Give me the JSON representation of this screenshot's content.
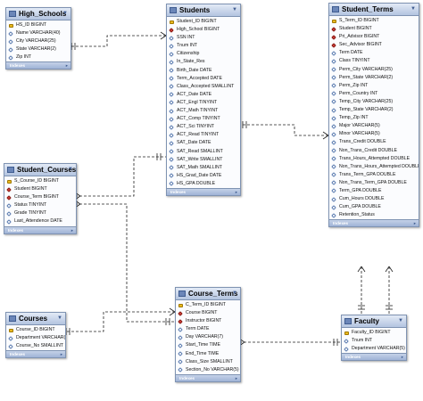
{
  "tables": [
    {
      "id": "high-schools",
      "title": "High_Schools",
      "footer": "Indexes",
      "columns": [
        {
          "label": "HS_ID BIGINT",
          "kind": "key"
        },
        {
          "label": "Name VARCHAR(40)",
          "kind": "col"
        },
        {
          "label": "City VARCHAR(25)",
          "kind": "col"
        },
        {
          "label": "State VARCHAR(2)",
          "kind": "col"
        },
        {
          "label": "Zip INT",
          "kind": "col"
        }
      ]
    },
    {
      "id": "students",
      "title": "Students",
      "footer": "Indexes",
      "columns": [
        {
          "label": "Student_ID BIGINT",
          "kind": "key"
        },
        {
          "label": "High_School BIGINT",
          "kind": "fk"
        },
        {
          "label": "SSN INT",
          "kind": "col"
        },
        {
          "label": "Tnum INT",
          "kind": "col"
        },
        {
          "label": "Citizenship",
          "kind": "col"
        },
        {
          "label": "In_State_Res",
          "kind": "col"
        },
        {
          "label": "Birth_Date DATE",
          "kind": "col"
        },
        {
          "label": "Term_Accepted DATE",
          "kind": "col"
        },
        {
          "label": "Class_Accepted SMALLINT",
          "kind": "col"
        },
        {
          "label": "ACT_Date DATE",
          "kind": "col"
        },
        {
          "label": "ACT_Engl TINYINT",
          "kind": "col"
        },
        {
          "label": "ACT_Math TINYINT",
          "kind": "col"
        },
        {
          "label": "ACT_Comp TINYINT",
          "kind": "col"
        },
        {
          "label": "ACT_Sci TINYINT",
          "kind": "col"
        },
        {
          "label": "ACT_Read TINYINT",
          "kind": "col"
        },
        {
          "label": "SAT_Date DATE",
          "kind": "col"
        },
        {
          "label": "SAT_Read SMALLINT",
          "kind": "col"
        },
        {
          "label": "SAT_Write SMALLINT",
          "kind": "col"
        },
        {
          "label": "SAT_Math SMALLINT",
          "kind": "col"
        },
        {
          "label": "HS_Grad_Date DATE",
          "kind": "col"
        },
        {
          "label": "HS_GPA DOUBLE",
          "kind": "col"
        }
      ]
    },
    {
      "id": "student-terms",
      "title": "Student_Terms",
      "footer": "Indexes",
      "columns": [
        {
          "label": "S_Term_ID BIGINT",
          "kind": "key"
        },
        {
          "label": "Student BIGINT",
          "kind": "fk"
        },
        {
          "label": "Pri_Advisor BIGINT",
          "kind": "fk"
        },
        {
          "label": "Sec_Advisor BIGINT",
          "kind": "fk"
        },
        {
          "label": "Term DATE",
          "kind": "col"
        },
        {
          "label": "Class TINYINT",
          "kind": "col"
        },
        {
          "label": "Perm_City VARCHAR(25)",
          "kind": "col"
        },
        {
          "label": "Perm_State VARCHAR(2)",
          "kind": "col"
        },
        {
          "label": "Perm_Zip INT",
          "kind": "col"
        },
        {
          "label": "Perm_Country INT",
          "kind": "col"
        },
        {
          "label": "Temp_City VARCHAR(25)",
          "kind": "col"
        },
        {
          "label": "Temp_State VARCHAR(2)",
          "kind": "col"
        },
        {
          "label": "Temp_Zip INT",
          "kind": "col"
        },
        {
          "label": "Major VARCHAR(5)",
          "kind": "col"
        },
        {
          "label": "Minor VARCHAR(5)",
          "kind": "col"
        },
        {
          "label": "Trans_Credit DOUBLE",
          "kind": "col"
        },
        {
          "label": "Non_Trans_Credit DOUBLE",
          "kind": "col"
        },
        {
          "label": "Trans_Hours_Attempted DOUBLE",
          "kind": "col"
        },
        {
          "label": "Non_Trans_Hours_Attempted DOUBLE",
          "kind": "col"
        },
        {
          "label": "Trans_Term_GPA DOUBLE",
          "kind": "col"
        },
        {
          "label": "Non_Trans_Term_GPA DOUBLE",
          "kind": "col"
        },
        {
          "label": "Term_GPA DOUBLE",
          "kind": "col"
        },
        {
          "label": "Cum_Hours DOUBLE",
          "kind": "col"
        },
        {
          "label": "Cum_GPA DOUBLE",
          "kind": "col"
        },
        {
          "label": "Retention_Status",
          "kind": "col"
        }
      ]
    },
    {
      "id": "student-courses",
      "title": "Student_Courses",
      "footer": "Indexes",
      "columns": [
        {
          "label": "S_Course_ID BIGINT",
          "kind": "key"
        },
        {
          "label": "Student BIGINT",
          "kind": "fk"
        },
        {
          "label": "Course_Term BIGINT",
          "kind": "fk"
        },
        {
          "label": "Status TINYINT",
          "kind": "col"
        },
        {
          "label": "Grade TINYINT",
          "kind": "col"
        },
        {
          "label": "Last_Attendence DATE",
          "kind": "col"
        }
      ]
    },
    {
      "id": "courses",
      "title": "Courses",
      "footer": "Indexes",
      "columns": [
        {
          "label": "Course_ID BIGINT",
          "kind": "key"
        },
        {
          "label": "Department VARCHAR(5)",
          "kind": "col"
        },
        {
          "label": "Course_No SMALLINT",
          "kind": "col"
        }
      ]
    },
    {
      "id": "course-terms",
      "title": "Course_Terms",
      "footer": "Indexes",
      "columns": [
        {
          "label": "C_Term_ID BIGINT",
          "kind": "key"
        },
        {
          "label": "Course BIGINT",
          "kind": "fk"
        },
        {
          "label": "Instructor BIGINT",
          "kind": "fk"
        },
        {
          "label": "Term DATE",
          "kind": "col"
        },
        {
          "label": "Day VARCHAR(7)",
          "kind": "col"
        },
        {
          "label": "Start_Time TIME",
          "kind": "col"
        },
        {
          "label": "End_Time TIME",
          "kind": "col"
        },
        {
          "label": "Class_Size SMALLINT",
          "kind": "col"
        },
        {
          "label": "Section_No VARCHAR(5)",
          "kind": "col"
        }
      ]
    },
    {
      "id": "faculty",
      "title": "Faculty",
      "footer": "Indexes",
      "columns": [
        {
          "label": "Faculty_ID BIGINT",
          "kind": "key"
        },
        {
          "label": "Tnum INT",
          "kind": "col"
        },
        {
          "label": "Department VARCHAR(5)",
          "kind": "col"
        }
      ]
    }
  ],
  "relationships": [
    {
      "from": "students",
      "to": "high-schools"
    },
    {
      "from": "student-terms",
      "to": "students"
    },
    {
      "from": "student-courses",
      "to": "students"
    },
    {
      "from": "student-courses",
      "to": "course-terms"
    },
    {
      "from": "course-terms",
      "to": "courses"
    },
    {
      "from": "course-terms",
      "to": "faculty"
    },
    {
      "from": "student-terms",
      "to": "faculty"
    }
  ]
}
